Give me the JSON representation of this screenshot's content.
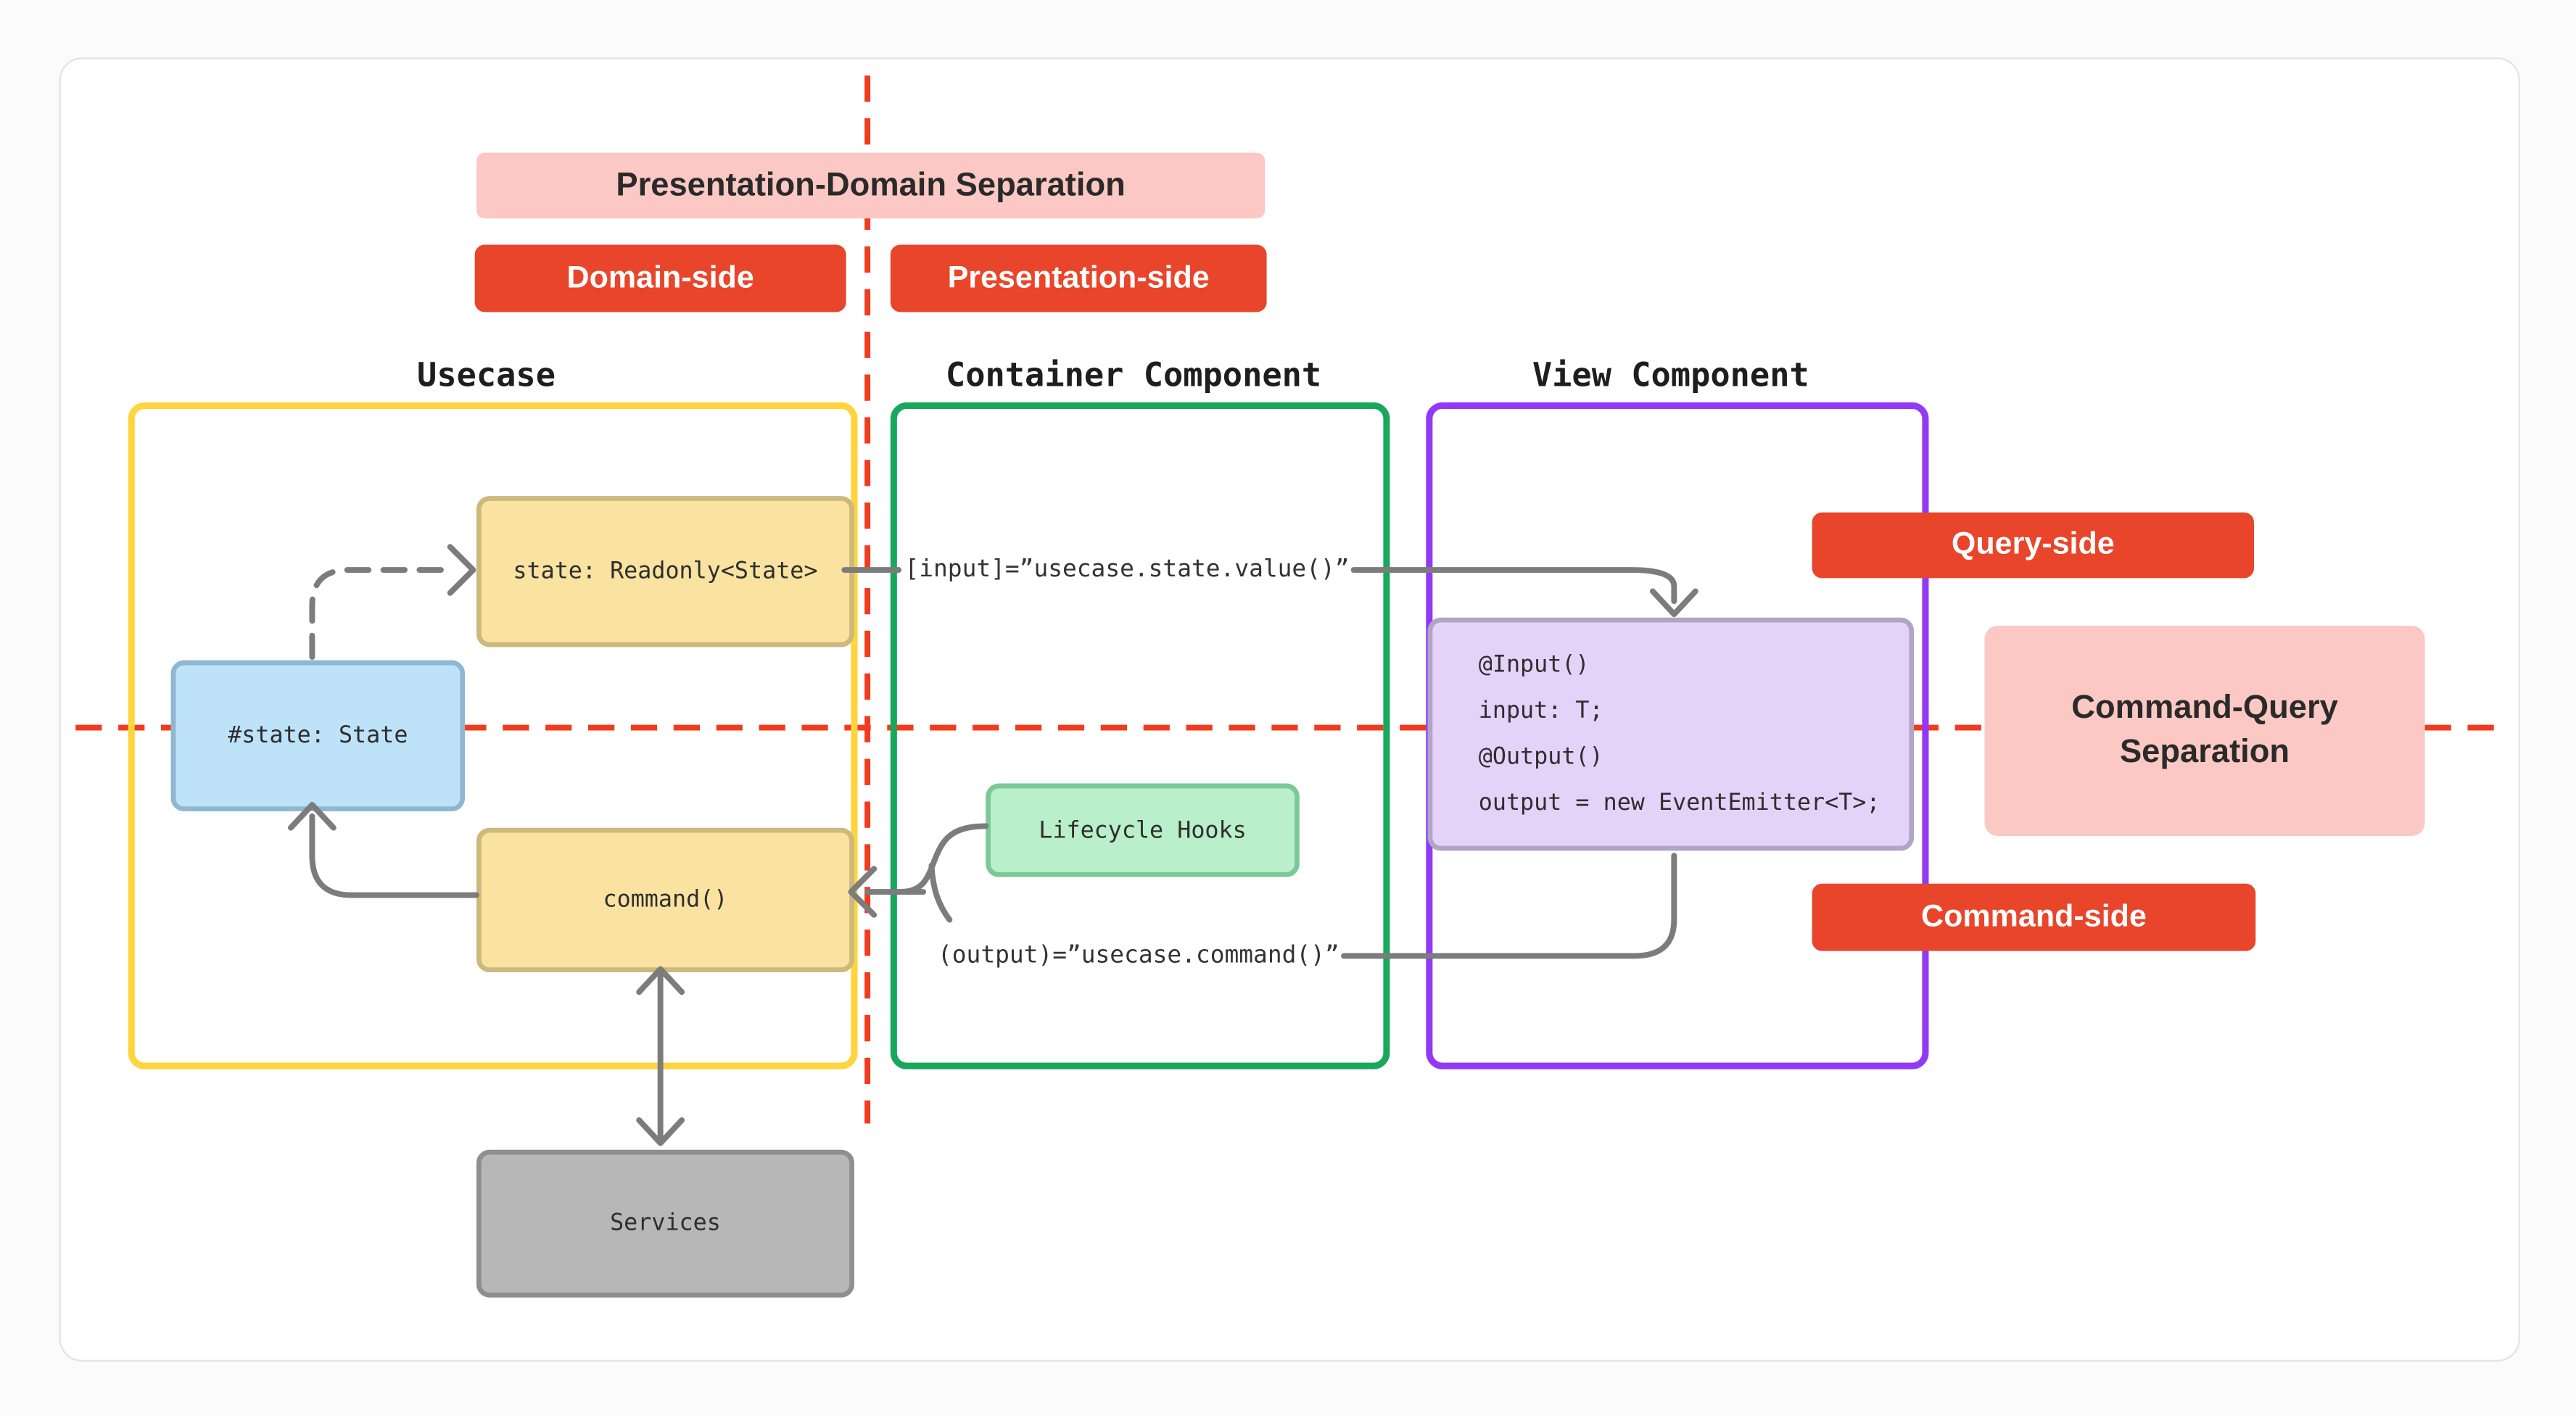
{
  "banner": {
    "label": "Presentation-Domain Separation"
  },
  "side_buttons": {
    "domain": "Domain-side",
    "presentation": "Presentation-side",
    "query": "Query-side",
    "command": "Command-side"
  },
  "sections": {
    "usecase": {
      "title": "Usecase"
    },
    "container": {
      "title": "Container Component"
    },
    "view": {
      "title": "View Component"
    }
  },
  "nodes": {
    "state": {
      "label": "state: Readonly<State>"
    },
    "private_state": {
      "label": "#state: State"
    },
    "command": {
      "label": "command()"
    },
    "services": {
      "label": "Services"
    },
    "lifecycle": {
      "label": "Lifecycle Hooks"
    },
    "io_code": {
      "lines": [
        "@Input()",
        "input: T;",
        "@Output()",
        "output = new EventEmitter<T>;"
      ]
    }
  },
  "edge_labels": {
    "input_binding": "[input]=”usecase.state.value()”",
    "output_binding": "(output)=”usecase.command()”"
  },
  "cqs_box": {
    "line1": "Command-Query",
    "line2": "Separation"
  },
  "colors": {
    "accent_orange": "#E9452A",
    "pink": "#FBC8C4",
    "red_dash": "#F23B1E",
    "usecase_border": "#FFD43C",
    "container_border": "#18A75C",
    "view_border": "#9139F6",
    "amber_fill": "#FAE3A1",
    "amber_border": "#CDB87E",
    "blue_fill": "#BEE2F8",
    "blue_border": "#8FB7D2",
    "green_fill": "#B9EFCB",
    "green_node_border": "#7CC897",
    "purple_fill": "#E5D2F9",
    "purple_node_border": "#B1A5C5",
    "gray_fill": "#B7B7B7",
    "gray_border": "#8F8F8F",
    "arrow_gray": "#7C7C7C"
  }
}
